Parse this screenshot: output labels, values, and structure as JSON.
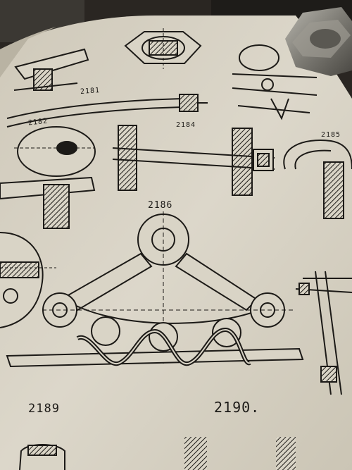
{
  "page": {
    "running_head": "",
    "figure_numbers": {
      "fig_2181": "2181",
      "fig_2182": "2182",
      "fig_2184": "2184",
      "fig_2185": "2185",
      "fig_2186": "2186",
      "fig_2189": "2189",
      "fig_2190": "2190."
    }
  },
  "colors": {
    "paper": "#d9d4c6",
    "ink": "#1c1a17",
    "desk": "#2a2622",
    "nut_metal": "#8a8880"
  }
}
